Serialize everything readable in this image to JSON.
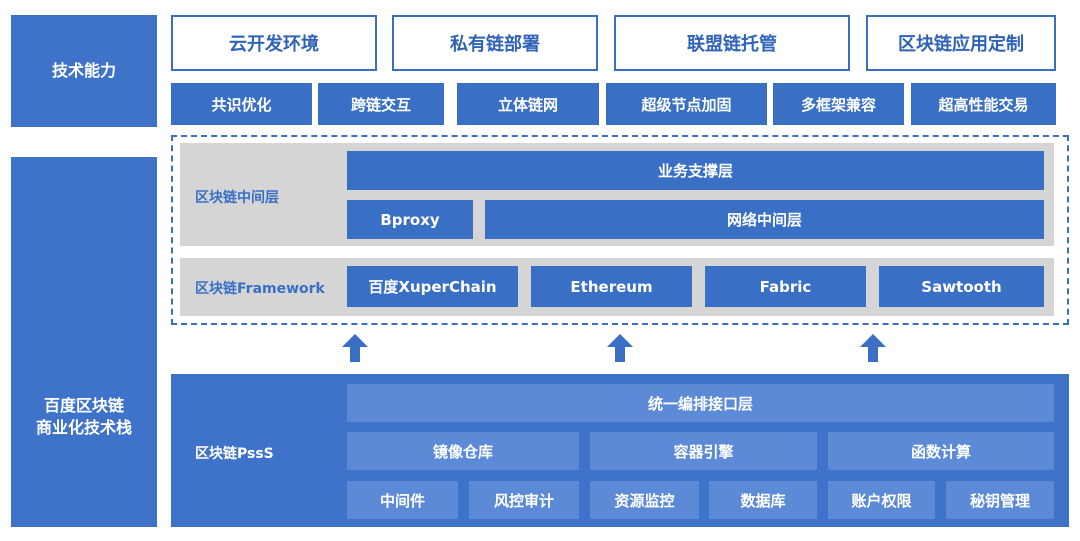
{
  "side_labels": {
    "tech_capability": "技术能力",
    "stack_line1": "百度区块链",
    "stack_line2": "商业化技术栈"
  },
  "capabilities_top": [
    "云开发环境",
    "私有链部署",
    "联盟链托管",
    "区块链应用定制"
  ],
  "capabilities_bottom": [
    "共识优化",
    "跨链交互",
    "立体链网",
    "超级节点加固",
    "多框架兼容",
    "超高性能交易"
  ],
  "middleware": {
    "label": "区块链中间层",
    "business_layer": "业务支撑层",
    "bproxy": "Bproxy",
    "network_layer": "网络中间层"
  },
  "framework": {
    "label": "区块链Framework",
    "items": [
      "百度XuperChain",
      "Ethereum",
      "Fabric",
      "Sawtooth"
    ]
  },
  "paas": {
    "label": "区块链PssS",
    "unified_layer": "统一编排接口层",
    "row2": [
      "镜像仓库",
      "容器引擎",
      "函数计算"
    ],
    "row3": [
      "中间件",
      "风控审计",
      "资源监控",
      "数据库",
      "账户权限",
      "秘钥管理"
    ]
  },
  "colors": {
    "primary": "#3a6fc6",
    "panel_gray": "#d5d5d5",
    "light_blue": "#5d8ad6"
  }
}
